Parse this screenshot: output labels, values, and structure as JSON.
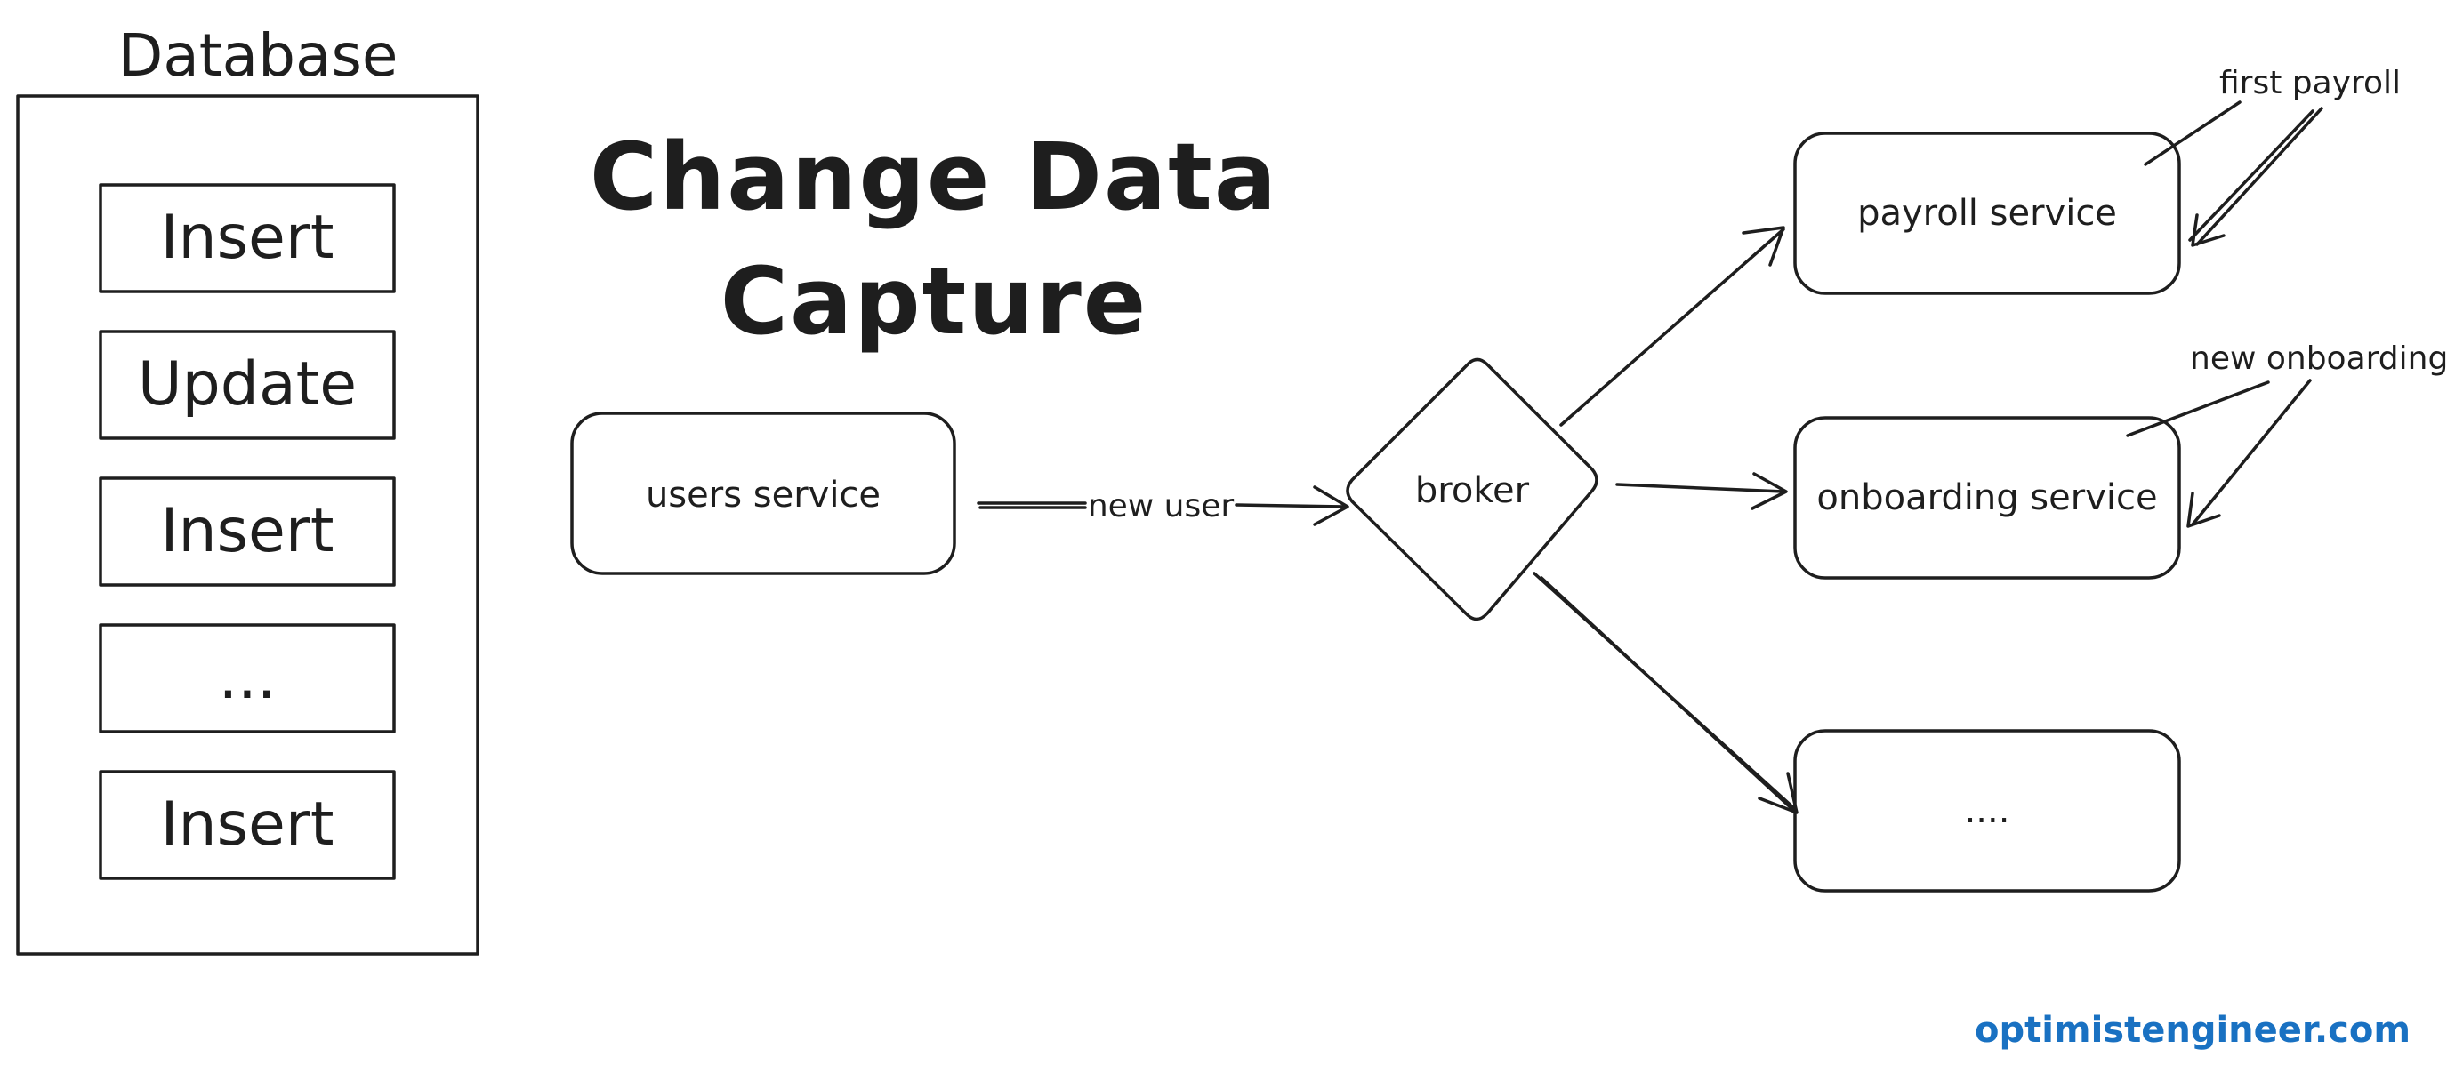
{
  "title_line1": "Change Data",
  "title_line2": "Capture",
  "database": {
    "title": "Database",
    "ops": [
      {
        "label": "Insert",
        "kind": "green"
      },
      {
        "label": "Update",
        "kind": "yellow"
      },
      {
        "label": "Insert",
        "kind": "green"
      },
      {
        "label": "...",
        "kind": "white"
      },
      {
        "label": "Insert",
        "kind": "green"
      }
    ]
  },
  "users_service": "users service",
  "edge_new_user": "new user",
  "broker": "broker",
  "payroll_service": "payroll service",
  "onboarding_service": "onboarding service",
  "more_service": "....",
  "note_first_payroll": "first payroll",
  "note_new_onboarding": "new onboarding",
  "watermark": "optimistengineer.com",
  "colors": {
    "green": "#b2f2bb",
    "yellow": "#ffec99",
    "blue": "#a5d8ff",
    "ink": "#1e1e1e",
    "brand": "#1971c2"
  }
}
